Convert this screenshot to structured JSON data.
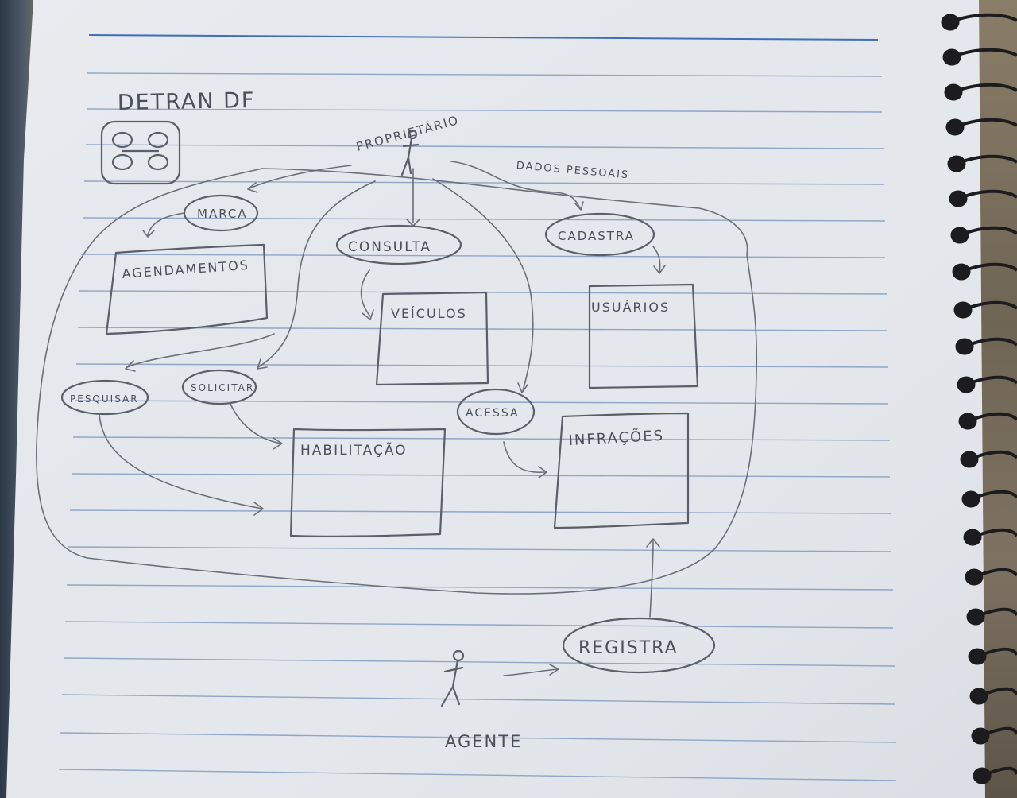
{
  "notebook": {
    "title": "DETRAN DF",
    "colors": {
      "paper": "#e6e9ee",
      "rule_line": "#8fa6c4",
      "top_rule": "#3f6fb5",
      "pencil": "#4f545e",
      "spiral": "#1c1c1f"
    }
  },
  "diagram": {
    "actors": {
      "owner": "PROPRIETÁRIO",
      "agent": "AGENTE"
    },
    "flow_label": "DADOS PESSOAIS",
    "use_cases": {
      "marca": "MARCA",
      "consulta": "CONSULTA",
      "cadastra": "CADASTRA",
      "pesquisar": "PESQUISAR",
      "solicitar": "SOLICITAR",
      "acessa": "ACESSA",
      "registra": "REGISTRA"
    },
    "entities": {
      "agendamentos": "AGENDAMENTOS",
      "veiculos": "VEÍCULOS",
      "usuarios": "USUÁRIOS",
      "habilitacao": "HABILITAÇÃO",
      "infracoes": "INFRAÇÕES"
    }
  }
}
